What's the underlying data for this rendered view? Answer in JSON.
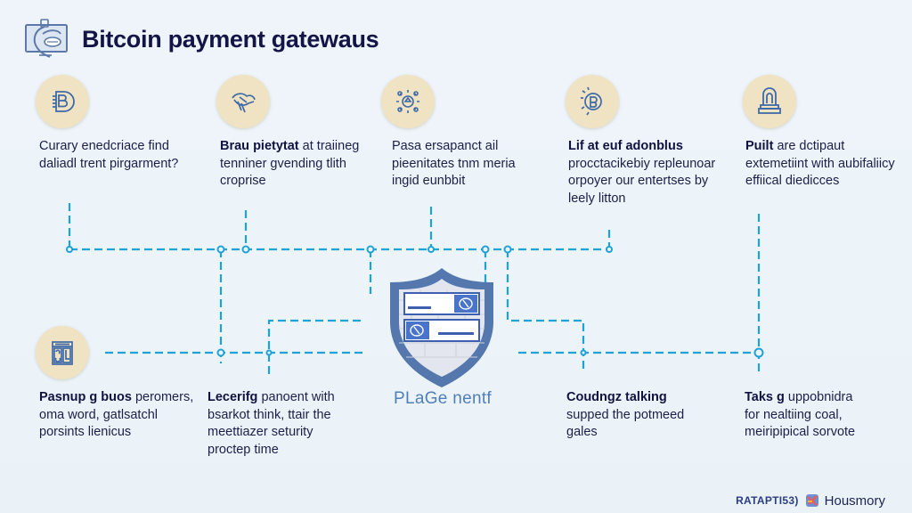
{
  "header": {
    "title": "Bitcoin payment gatewaus",
    "logo_icon": "monitor-network-icon"
  },
  "colors": {
    "background": "#edf4f9",
    "connector": "#1fa3d6",
    "icon_circle": "#efe3c3",
    "icon_stroke": "#3f6aa8",
    "shield": "#5478ad",
    "title": "#141446"
  },
  "top_nodes": [
    {
      "icon": "bitcoin-coin-icon",
      "bold": "",
      "text": "Curary enedcriace find daliadl trent pirgarment?"
    },
    {
      "icon": "handshake-icon",
      "bold": "Brau pietytat",
      "text": " at traiineg tenniner gvending tlith croprise"
    },
    {
      "icon": "network-gear-icon",
      "bold": "",
      "text": "Pasa ersapanct ail pieenitates tnm meria ingid eunbbit"
    },
    {
      "icon": "bitcoin-gear-icon",
      "bold": "Lif at euf adonblus",
      "text": " procctacikebiy repleunoar orpoyer our entertses by leely litton"
    },
    {
      "icon": "lock-document-icon",
      "bold": "Puilt",
      "text": " are dctipaut extemetiint with aubifaliicy effiical diedicces"
    }
  ],
  "bottom_nodes": [
    {
      "icon": "browser-window-icon",
      "bold": "Pasnup g buos",
      "text": " peromers, oma word, gatlsatchl porsints lienicus"
    },
    {
      "icon": "",
      "bold": "Lecerifg",
      "text": " panoent with bsarkot think, ttair the meettiazer seturity proctep time"
    },
    {
      "icon": "",
      "bold": "Coudngz talking",
      "text": " supped the potmeed gales"
    },
    {
      "icon": "",
      "bold": "Taks g",
      "text": " uppobnidra for nealtiing coal, meiripipical sorvote"
    }
  ],
  "center": {
    "icon": "security-shield-icon",
    "label": "PLaGe nentf"
  },
  "footer": {
    "brand_left": "RATAPTI53)",
    "brand_icon": "brand-logo-icon",
    "brand_right": "Housmory"
  }
}
